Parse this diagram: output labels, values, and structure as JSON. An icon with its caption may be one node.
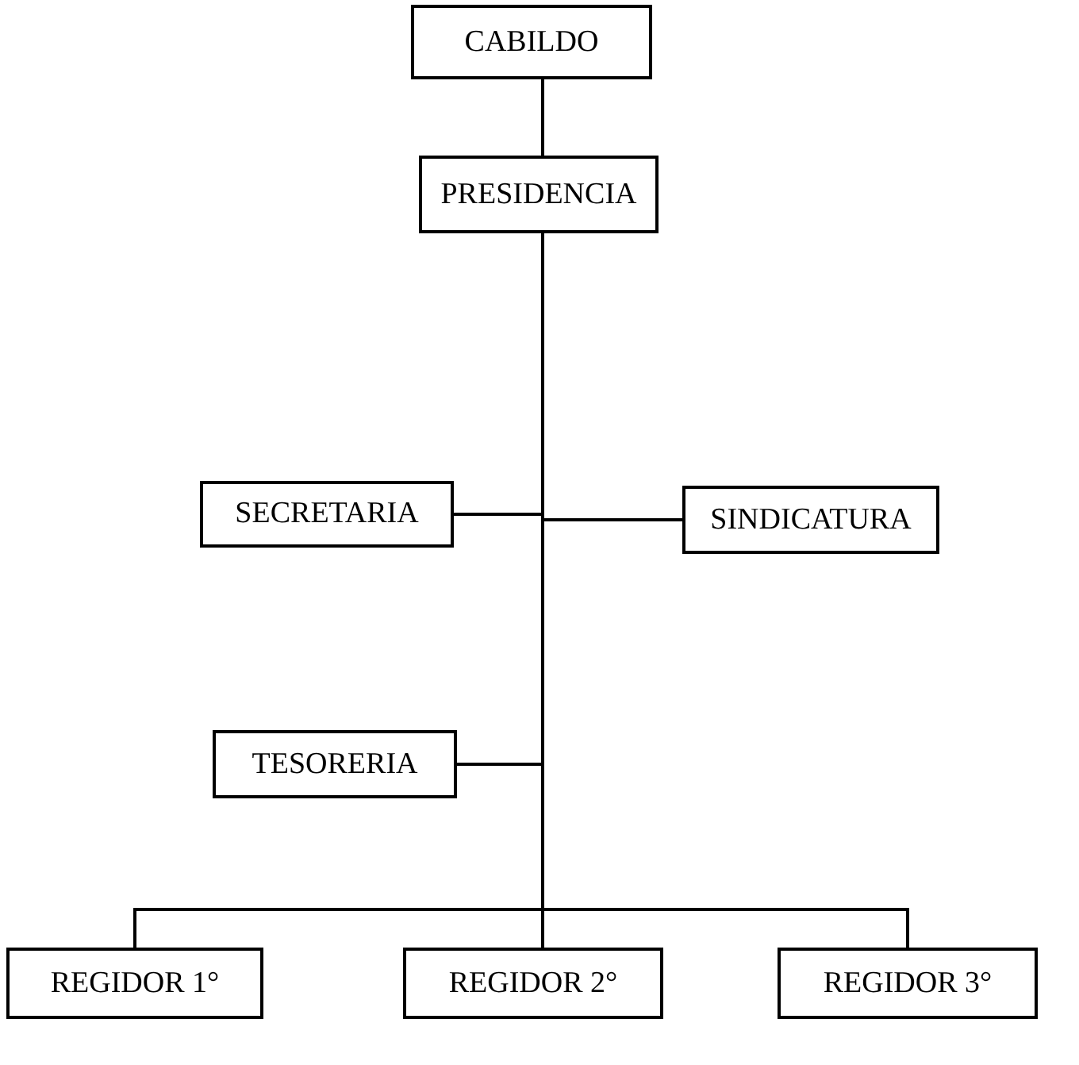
{
  "diagram": {
    "nodes": [
      {
        "text": [
          "CABILDO"
        ]
      },
      {
        "text": [
          "PRESIDENCIA"
        ]
      },
      {
        "text": [
          "SECRETARIA"
        ]
      },
      {
        "text": [
          "SINDICATURA"
        ]
      },
      {
        "text": [
          "TESORERIA"
        ]
      },
      {
        "text": [
          "REGIDOR 1°"
        ]
      },
      {
        "text": [
          "REGIDOR 2°"
        ]
      },
      {
        "text": [
          "REGIDOR 3°"
        ]
      }
    ],
    "edges": [
      {
        "from": 0,
        "to": 1,
        "arrow": "none"
      },
      {
        "from": 1,
        "to": 2,
        "arrow": "none"
      },
      {
        "from": 1,
        "to": 3,
        "arrow": "none"
      },
      {
        "from": 1,
        "to": 4,
        "arrow": "none"
      },
      {
        "from": 1,
        "to": 5,
        "arrow": "none"
      },
      {
        "from": 1,
        "to": 6,
        "arrow": "none"
      },
      {
        "from": 1,
        "to": 7,
        "arrow": "none"
      }
    ]
  }
}
